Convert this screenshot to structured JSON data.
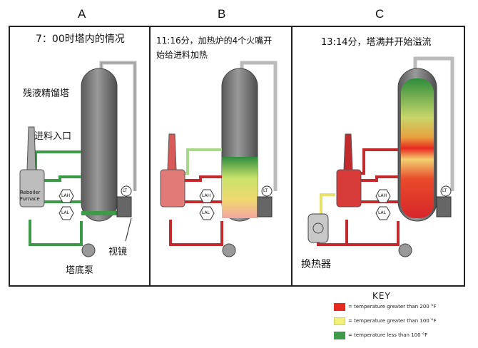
{
  "headers": [
    "A",
    "B",
    "C"
  ],
  "panelA": {
    "title": "7：00时塔内的情况",
    "tower_label": "残液精馏塔",
    "feed_label": "进料入口",
    "reboiler_label_1": "Reboiler",
    "reboiler_label_2": "Furnace",
    "sightglass_label": "视镜",
    "pump_label": "塔底泵",
    "lah": "LAH",
    "lal": "LAL",
    "lt": "LT"
  },
  "panelB": {
    "title_line1": "11:16分，加热炉的4个火嘴开",
    "title_line2": "始给进料加热",
    "lah": "LAH",
    "lal": "LAL",
    "lt": "LT"
  },
  "panelC": {
    "title": "13:14分，塔满并开始溢流",
    "exchanger_label": "换热器",
    "lah": "LAH",
    "lal": "LAL",
    "lt": "LT"
  },
  "key": {
    "title": "KEY",
    "items": [
      {
        "label": "= temperature greater than 200 °F",
        "color": "#e8291f"
      },
      {
        "label": "= temperature greater than 100 °F",
        "color": "#f3f07a"
      },
      {
        "label": "= temperature less than 100 °F",
        "color": "#3c9a48"
      }
    ]
  },
  "colors": {
    "hot": "#d8262a",
    "warm": "#eee26a",
    "cool": "#3c9a48",
    "steel": "#6e6e6e"
  }
}
